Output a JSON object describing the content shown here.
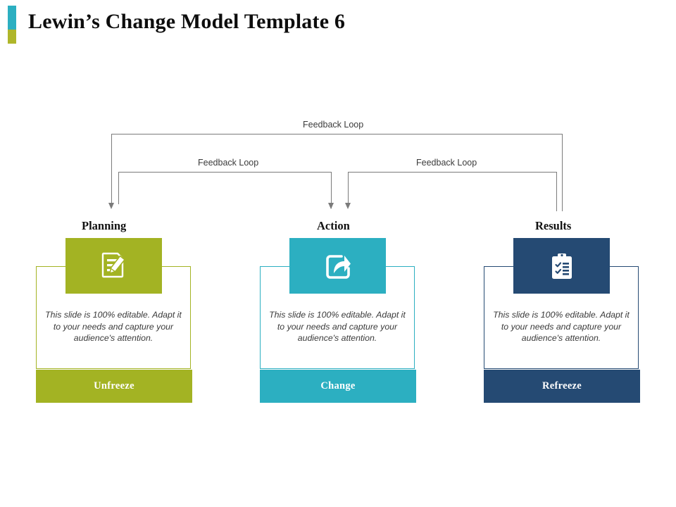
{
  "slide": {
    "title": "Lewin’s Change Model Template 6",
    "accent_top_color": "#2CAFC1",
    "accent_bottom_color": "#AFB62A"
  },
  "diagram": {
    "type": "process-flow-with-feedback-loops",
    "loops": [
      {
        "id": "outer",
        "label": "Feedback Loop",
        "from": "Results",
        "to": "Planning"
      },
      {
        "id": "inner-left",
        "label": "Feedback Loop",
        "from": "Action",
        "to": "Planning"
      },
      {
        "id": "inner-right",
        "label": "Feedback Loop",
        "from": "Results",
        "to": "Action"
      }
    ],
    "line_color": "#7b7b7b"
  },
  "columns": [
    {
      "heading": "Planning",
      "icon": "document-pencil-icon",
      "body_text": "This slide is 100% editable. Adapt it to your needs and capture your audience's attention.",
      "footer_label": "Unfreeze",
      "color": "#A3B323"
    },
    {
      "heading": "Action",
      "icon": "share-arrow-icon",
      "body_text": "This slide is 100% editable. Adapt it to your needs and capture your audience's attention.",
      "footer_label": "Change",
      "color": "#2CAFC1"
    },
    {
      "heading": "Results",
      "icon": "clipboard-checklist-icon",
      "body_text": "This slide is 100% editable. Adapt it to your needs and capture your audience's attention.",
      "footer_label": "Refreeze",
      "color": "#254A73"
    }
  ]
}
